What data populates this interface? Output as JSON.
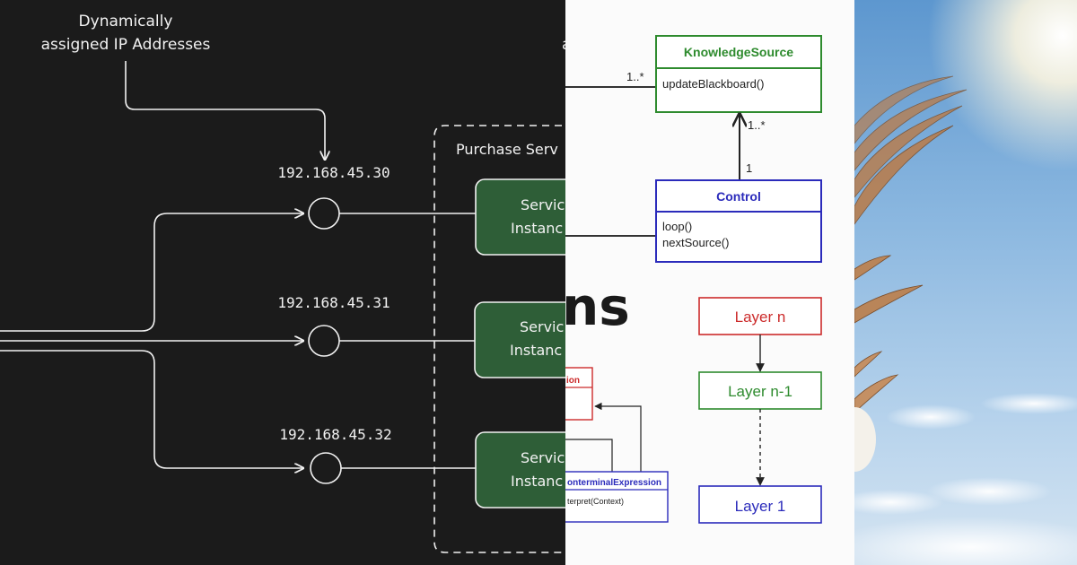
{
  "panel1": {
    "annotation_line1": "Dynamically",
    "annotation_line2": "assigned IP Addresses",
    "annotation_cut": "a",
    "group_label": "Purchase Serv",
    "ips": [
      "192.168.45.30",
      "192.168.45.31",
      "192.168.45.32"
    ],
    "instance_line1": "Servic",
    "instance_line2": "Instanc",
    "colors": {
      "background": "#1b1b1b",
      "instance_fill": "#2e5e37",
      "line": "#f2f2f2"
    }
  },
  "panel2": {
    "knowledge_source": {
      "name": "KnowledgeSource",
      "method": "updateBlackboard()"
    },
    "control": {
      "name": "Control",
      "methods": [
        "loop()",
        "nextSource()"
      ]
    },
    "mult_left": "1..*",
    "mult_top": "1..*",
    "mult_bottom": "1",
    "big_text": "ns",
    "red_box_label": "ion",
    "expr_name": "onterminalExpression",
    "expr_method": "terpret(Context)",
    "layers": [
      "Layer n",
      "Layer n-1",
      "Layer 1"
    ],
    "colors": {
      "green": "#2e8b2e",
      "blue": "#2b2bbb",
      "red": "#cc2b2b"
    }
  }
}
